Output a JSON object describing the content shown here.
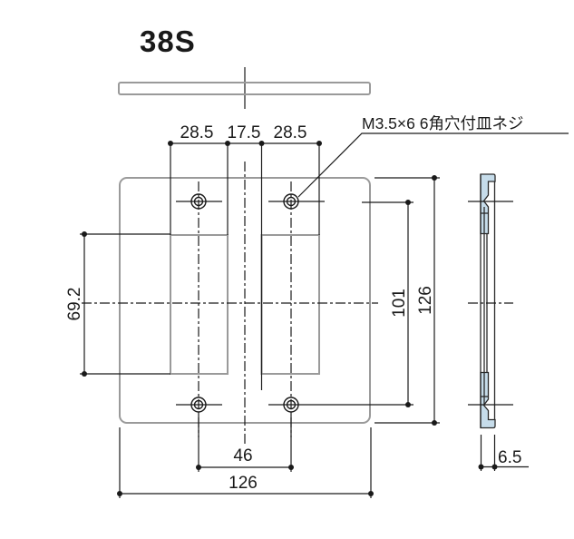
{
  "drawing": {
    "title": "38S",
    "screw_note": "M3.5×6 6角穴付皿ネジ",
    "dims": {
      "top_left_opening_width": "28.5",
      "top_center_gap": "17.5",
      "top_right_opening_width": "28.5",
      "opening_height": "69.2",
      "screw_pitch_vertical": "101",
      "plate_height": "126",
      "screw_pitch_horizontal": "46",
      "plate_width": "126",
      "edge_thickness": "6.5"
    }
  },
  "colors": {
    "plate_outline_gray": "#9a9a9a",
    "dimension_black": "#1a1a1a",
    "section_fill_blue": "#c6dcea",
    "background": "#ffffff"
  }
}
